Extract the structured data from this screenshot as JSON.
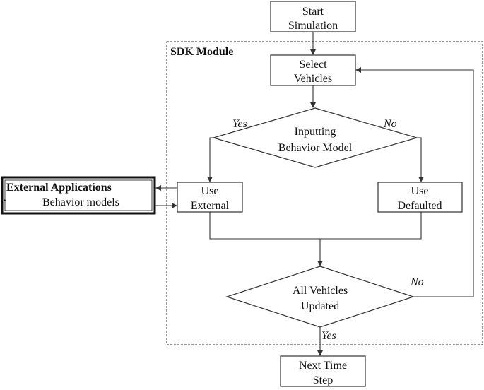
{
  "module_title": "SDK Module",
  "nodes": {
    "start": {
      "line1": "Start",
      "line2": "Simulation"
    },
    "select": {
      "line1": "Select",
      "line2": "Vehicles"
    },
    "decision_behavior": {
      "line1": "Inputting",
      "line2": "Behavior Model"
    },
    "use_external": {
      "line1": "Use",
      "line2": "External"
    },
    "use_defaulted": {
      "line1": "Use",
      "line2": "Defaulted"
    },
    "decision_updated": {
      "line1": "All Vehicles",
      "line2": "Updated"
    },
    "next_step": {
      "line1": "Next Time",
      "line2": "Step"
    }
  },
  "external": {
    "title": "External Applications",
    "subtitle": "Behavior models"
  },
  "edge_labels": {
    "yes_left": "Yes",
    "no_right": "No",
    "no_loop": "No",
    "yes_down": "Yes"
  },
  "colors": {
    "stroke": "#333333",
    "text": "#111111",
    "background": "#ffffff"
  }
}
